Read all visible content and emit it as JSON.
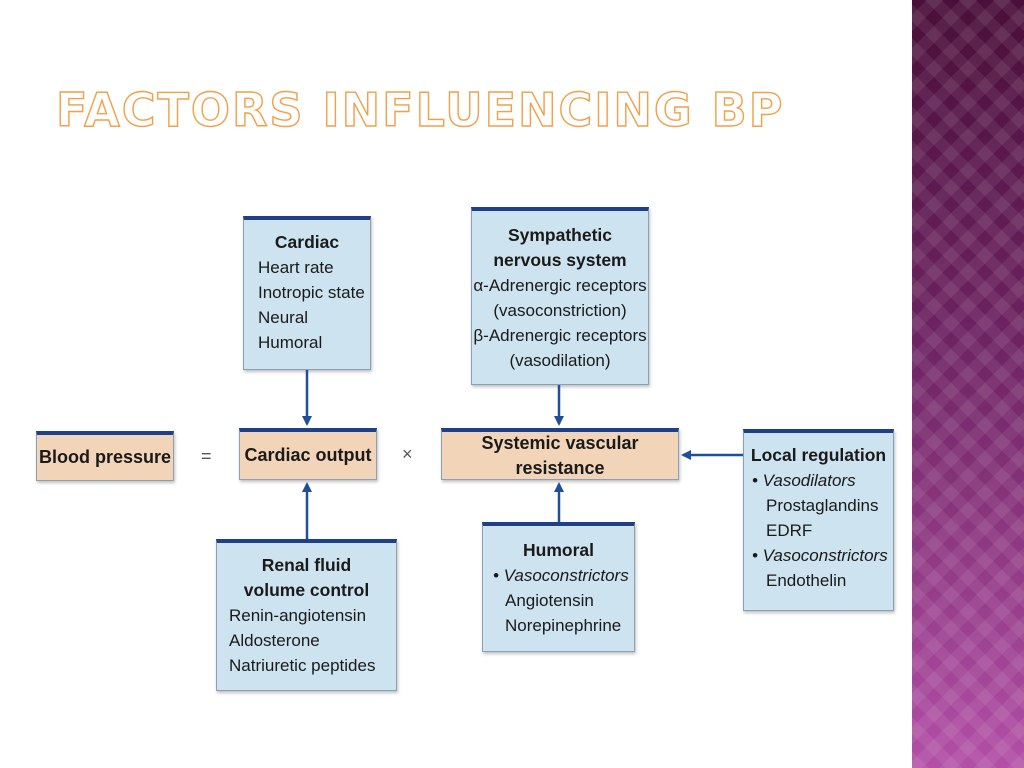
{
  "slide": {
    "title": "Factors influencing BP",
    "accent_color": "#f0a14b",
    "band_color": "#7a2a6e"
  },
  "diagram": {
    "blood_pressure": "Blood pressure",
    "equals": "=",
    "cardiac_output": "Cardiac output",
    "times": "×",
    "svr": "Systemic vascular resistance",
    "cardiac": {
      "title": "Cardiac",
      "items": [
        "Heart rate",
        "Inotropic state",
        "Neural",
        "Humoral"
      ]
    },
    "renal": {
      "title_line1": "Renal fluid",
      "title_line2": "volume control",
      "items": [
        "Renin-angiotensin",
        "Aldosterone",
        "Natriuretic peptides"
      ]
    },
    "sympathetic": {
      "title_line1": "Sympathetic",
      "title_line2": "nervous system",
      "items": [
        "α-Adrenergic receptors",
        "(vasoconstriction)",
        "β-Adrenergic receptors",
        "(vasodilation)"
      ]
    },
    "humoral": {
      "title": "Humoral",
      "items": [
        "• Vasoconstrictors",
        "Angiotensin",
        "Norepinephrine"
      ]
    },
    "local": {
      "title": "Local regulation",
      "items": [
        "• Vasodilators",
        "Prostaglandins",
        "EDRF",
        "• Vasoconstrictors",
        "Endothelin"
      ]
    },
    "colors": {
      "box_blue": "#cde3ef",
      "box_tan": "#f2d4b8",
      "box_border_top": "#1f3f86",
      "arrow": "#1f4f99"
    }
  }
}
